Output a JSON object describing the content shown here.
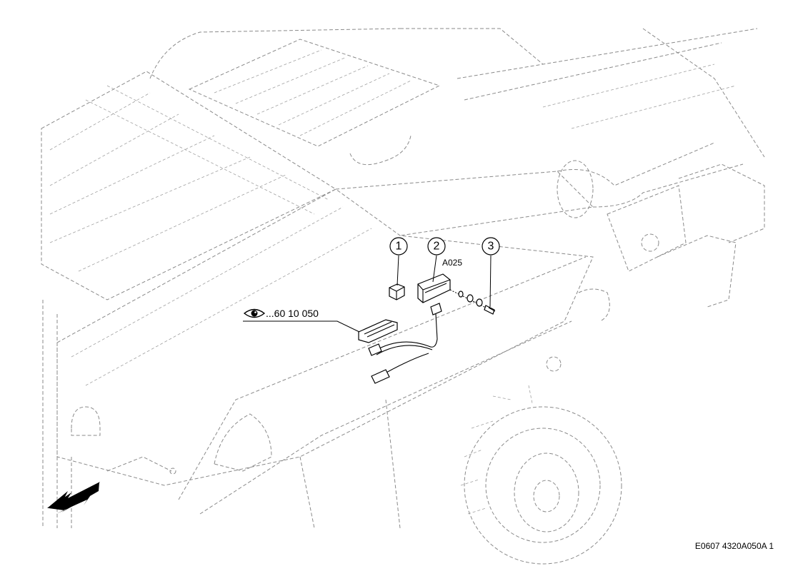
{
  "callouts": [
    {
      "number": "1"
    },
    {
      "number": "2",
      "label": "A025"
    },
    {
      "number": "3"
    }
  ],
  "reference": {
    "icon": "eye-icon",
    "text": "...60 10 050"
  },
  "footer": {
    "code": "E0607 4320A050A 1"
  },
  "direction_arrow": {
    "icon": "direction-arrow-icon"
  }
}
